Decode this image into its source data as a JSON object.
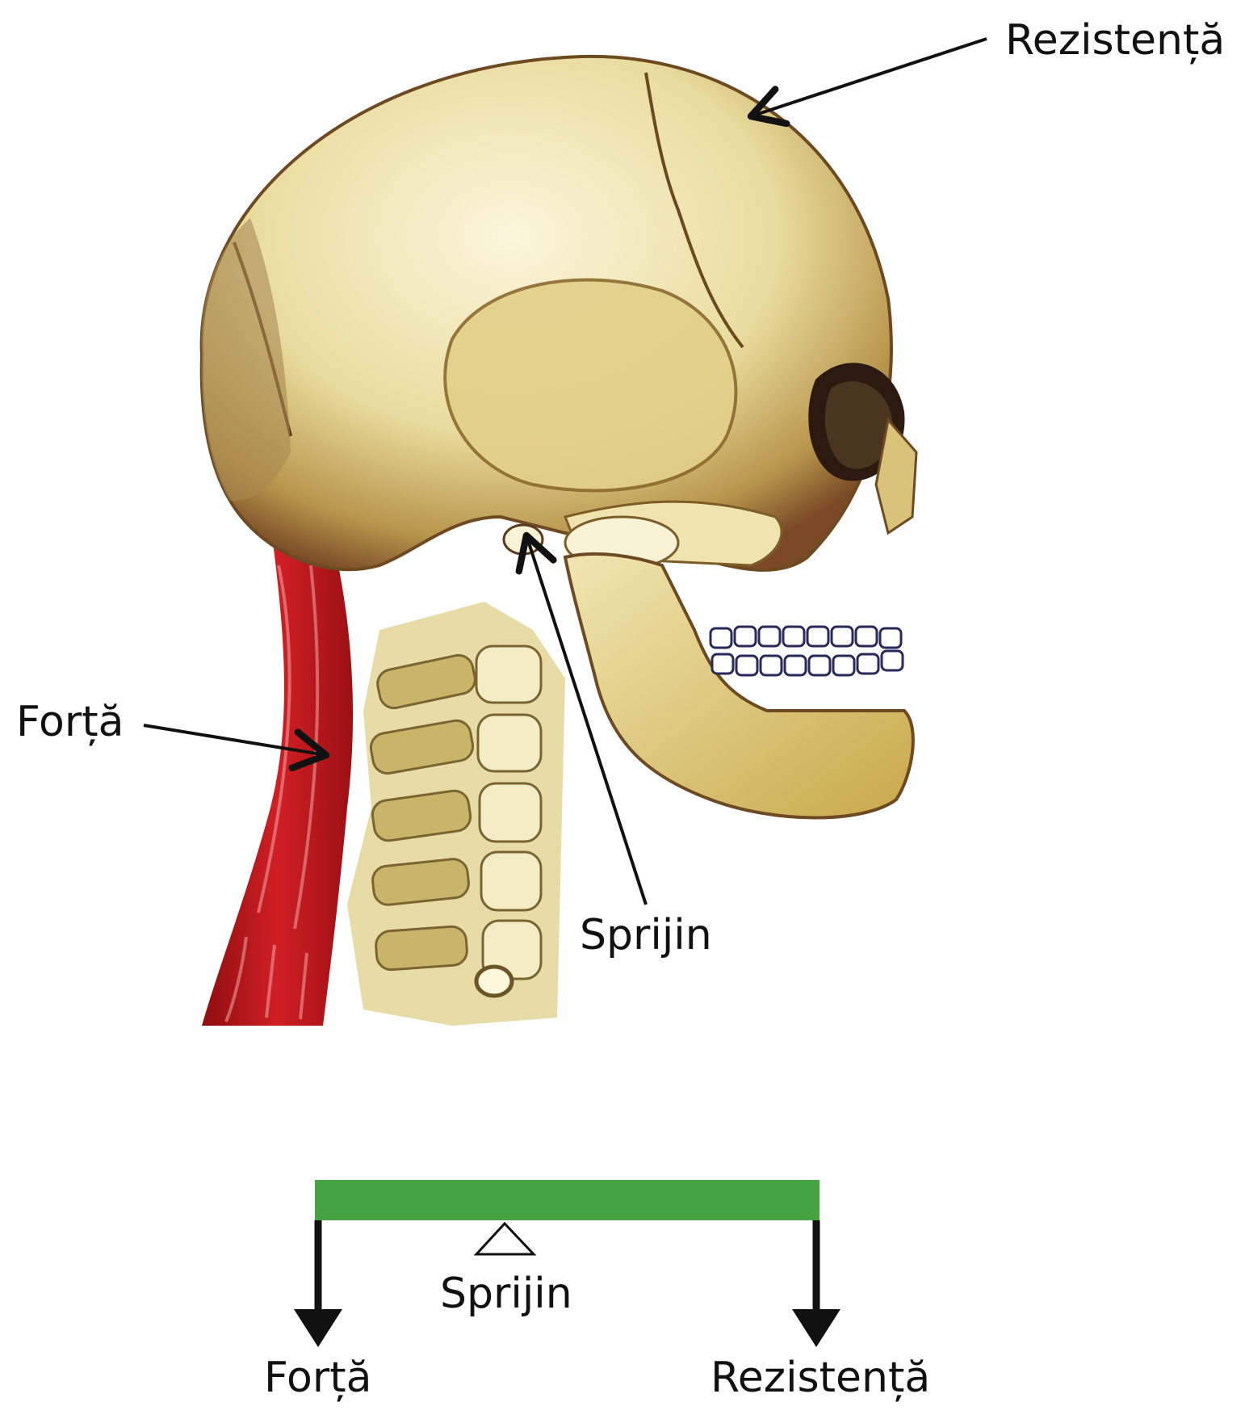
{
  "anatomy": {
    "label_resistance": "Rezistență",
    "label_force": "Forță",
    "label_fulcrum": "Sprijin"
  },
  "lever": {
    "label_fulcrum": "Sprijin",
    "label_force": "Forță",
    "label_resistance": "Rezistență",
    "beam_color": "#46a342"
  },
  "colors": {
    "bone": "#e6d79a",
    "bone_shadow": "#8a6a2e",
    "muscle": "#c4161c",
    "arrow": "#111111"
  }
}
